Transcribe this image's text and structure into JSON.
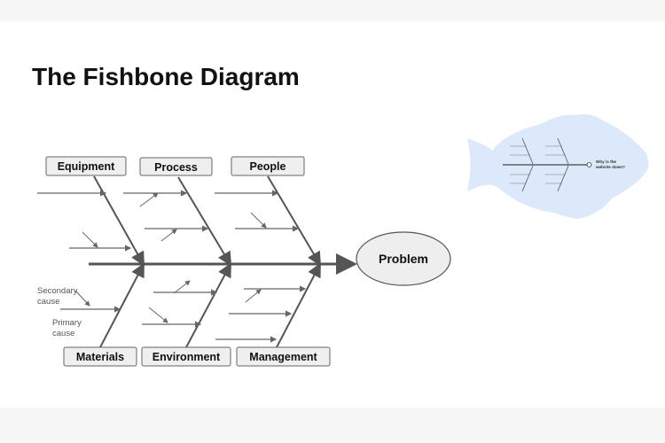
{
  "slide": {
    "title": "The Fishbone Diagram"
  },
  "diagram": {
    "effect": "Problem",
    "categories": {
      "equipment": "Equipment",
      "process": "Process",
      "people": "People",
      "materials": "Materials",
      "environment": "Environment",
      "management": "Management"
    },
    "annotations": {
      "secondary_cause": [
        "Secondary",
        "cause"
      ],
      "primary_cause": [
        "Primary",
        "cause"
      ]
    }
  },
  "thumbnail": {
    "question": [
      "Why is the",
      "website down?"
    ]
  },
  "colors": {
    "line": "#555555",
    "box_fill": "#efefef",
    "box_stroke": "#666666",
    "effect_fill": "#eeeeee",
    "fish_body": "#dbe9fa",
    "annotation_text": "#555555"
  }
}
